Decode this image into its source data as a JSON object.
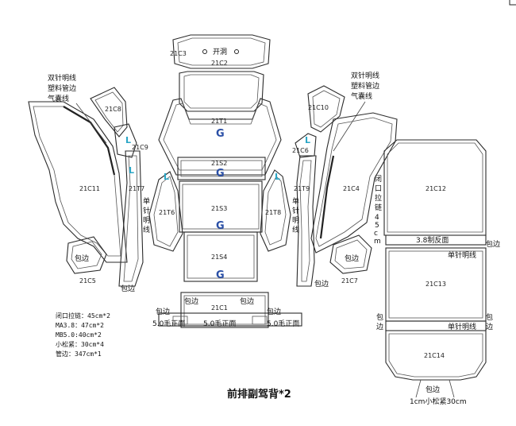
{
  "title": "前排副驾背*2",
  "notes": [
    "闭口拉链：45cm*2",
    "MA3.8：47cm*2",
    "MB5.0:40cm*2",
    "小松紧：30cm*4",
    "管边：347cm*1"
  ],
  "callouts": {
    "left_stitch": [
      "双针明线",
      "塑料管边",
      "气囊线"
    ],
    "right_stitch": [
      "双针明线",
      "塑料管边",
      "气囊线"
    ],
    "open_hole": "开洞",
    "single_needle_left": "单针明线",
    "single_needle_right": "单针明线",
    "single_needle_bottom": "单针明线",
    "wrap_edge": "包边",
    "zipper": "闭口拉链45cm",
    "reverse": "3.8制反面",
    "mb_face": "5.0毛正面",
    "elastic": "1cm小松紧30cm"
  },
  "labels": {
    "c3": "21C3",
    "c2": "21C2",
    "c8": "21C8",
    "c10": "21C10",
    "t1": "21T1",
    "c9": "21C9",
    "c6": "21C6",
    "s2": "21S2",
    "c11": "21C11",
    "t7": "21T7",
    "t6": "21T6",
    "s3": "21S3",
    "t8": "21T8",
    "t9": "21T9",
    "c4": "21C4",
    "c12": "21C12",
    "s4": "21S4",
    "c5": "21C5",
    "c7": "21C7",
    "c13": "21C13",
    "c1": "21C1",
    "c14": "21C14"
  },
  "marks": {
    "g": "G",
    "l": "L"
  }
}
